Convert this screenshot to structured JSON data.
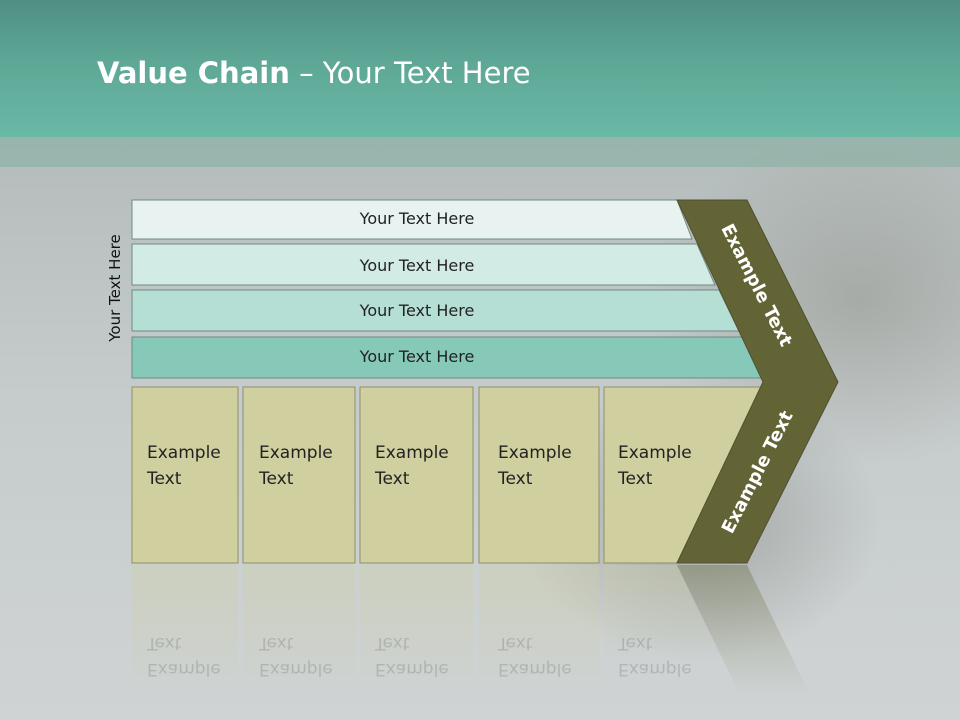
{
  "title": {
    "bold": "Value Chain",
    "rest": " – Your Text Here"
  },
  "side_label": "Your Text Here",
  "rows": [
    {
      "label": "Your Text Here",
      "color": "#e8f3f1"
    },
    {
      "label": "Your Text Here",
      "color": "#d2ebe5"
    },
    {
      "label": "Your Text Here",
      "color": "#b5dfd5"
    },
    {
      "label": "Your Text Here",
      "color": "#86c9b8"
    }
  ],
  "boxes": [
    {
      "line1": "Example",
      "line2": "Text"
    },
    {
      "line1": "Example",
      "line2": "Text"
    },
    {
      "line1": "Example",
      "line2": "Text"
    },
    {
      "line1": "Example",
      "line2": "Text"
    },
    {
      "line1": "Example",
      "line2": "Text"
    }
  ],
  "chevron": {
    "upper_label": "Example Text",
    "lower_label": "Example Text",
    "color": "#636436"
  },
  "colors": {
    "header": "#5ea796",
    "box": "#cfcf9f",
    "chevron": "#636436"
  }
}
